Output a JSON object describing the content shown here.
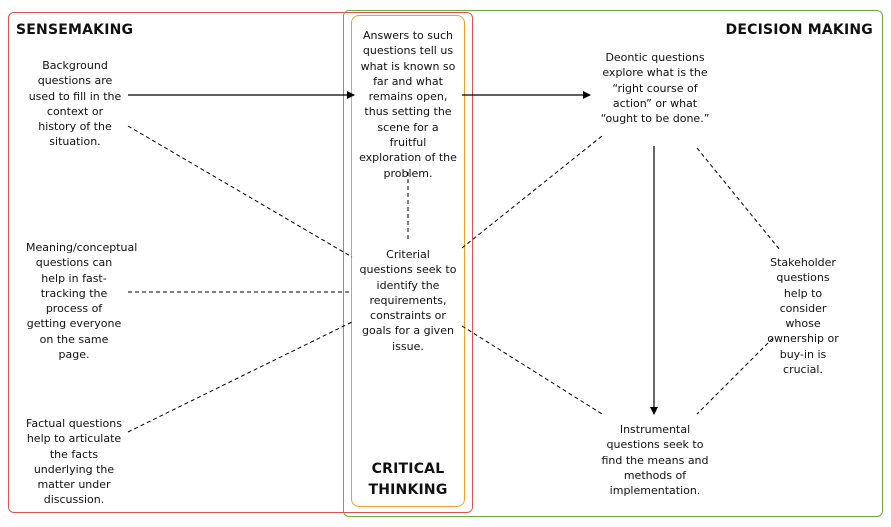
{
  "titles": {
    "sensemaking": "SENSEMAKING",
    "decision_making": "DECISION MAKING",
    "critical_thinking": "CRITICAL THINKING"
  },
  "notes": {
    "background": "Background questions are used to fill in the context or history of the situation.",
    "meaning": "Meaning/conceptual questions can help in fast-tracking the process of getting everyone on the same page.",
    "factual": "Factual questions help to articulate the facts underlying the matter under discussion.",
    "answers": "Answers to such questions tell us what is known so far and what remains open, thus setting the scene for a fruitful exploration of the problem.",
    "criterial": "Criterial questions seek to identify the requirements, constraints or goals for a given issue.",
    "deontic": "Deontic questions explore what is the “right course of action” or what “ought to be done.”",
    "stakeholder": "Stakeholder questions help to consider whose ownership or buy-in is crucial.",
    "instrumental": "Instrumental questions seek to find the means and methods of implementation."
  },
  "colors": {
    "sensemaking_frame": "#e05252",
    "decision_frame": "#6cad3c",
    "critical_frame": "#f0a030"
  }
}
